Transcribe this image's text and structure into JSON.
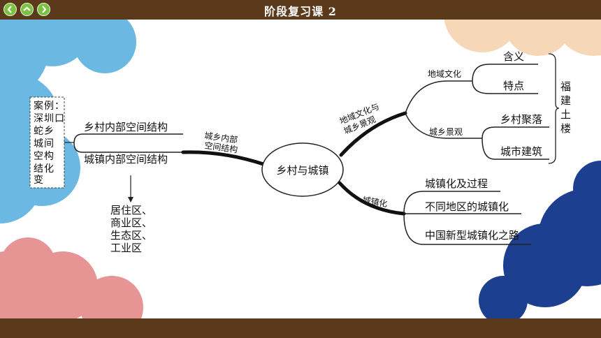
{
  "header": {
    "title": "阶段复习课 2"
  },
  "nav": {
    "prev_icon": "chevron-left-icon",
    "up_icon": "chevron-up-icon",
    "next_icon": "chevron-right-icon"
  },
  "colors": {
    "bar": "#5b3a1c",
    "nav_button": "#7cc242",
    "cloud_blue": "#6bb8e3",
    "cloud_peach": "#f6d8b8",
    "cloud_pink": "#e79494",
    "cloud_navy": "#1d3f8f"
  },
  "diagram": {
    "center": "乡村与城镇",
    "case_box": {
      "chars": [
        "案",
        "例",
        "：",
        "深",
        "圳",
        "口",
        "蛇",
        "乡",
        "城",
        "间",
        "空",
        "构",
        "结",
        "化",
        "变"
      ]
    },
    "left": {
      "branch_label_line1": "城乡内部",
      "branch_label_line2": "空间结构",
      "items": [
        "乡村内部空间结构",
        "城镇内部空间结构"
      ],
      "sub_items": [
        "居住区、",
        "商业区、",
        "生态区、",
        "工业区"
      ]
    },
    "upper_right": {
      "branch_label_line1": "地域文化与",
      "branch_label_line2": "城乡景观",
      "groups": [
        {
          "label": "地域文化",
          "items": [
            "含义",
            "特点"
          ]
        },
        {
          "label": "城乡景观",
          "items": [
            "乡村聚落",
            "城市建筑"
          ]
        }
      ],
      "bracket_text": [
        "福",
        "建",
        "土",
        "楼"
      ]
    },
    "lower_right": {
      "branch_label": "城镇化",
      "items": [
        "城镇化及过程",
        "不同地区的城镇化",
        "中国新型城镇化之路"
      ]
    }
  }
}
